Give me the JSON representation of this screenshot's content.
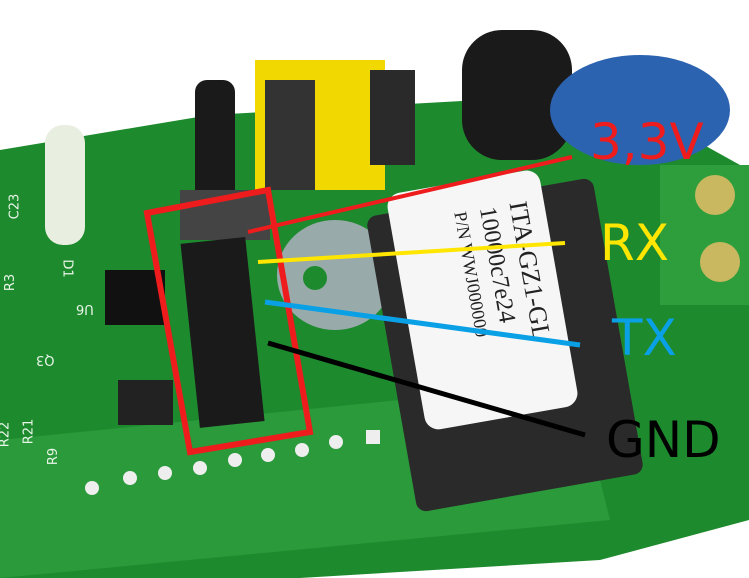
{
  "annotations": {
    "vcc": {
      "label": "3,3V",
      "color": "#ee1c1c"
    },
    "rx": {
      "label": "RX",
      "color": "#ffe600"
    },
    "tx": {
      "label": "TX",
      "color": "#0aa0e6"
    },
    "gnd": {
      "label": "GND",
      "color": "#000000"
    }
  },
  "relay": {
    "line1": "ITA-GZ1-GL",
    "line2": "10000c7e24",
    "line3": "P/N WWJ000000"
  },
  "silkscreen": [
    "U6",
    "Q3",
    "R3",
    "D1",
    "R21",
    "R22",
    "R9",
    "C23"
  ]
}
